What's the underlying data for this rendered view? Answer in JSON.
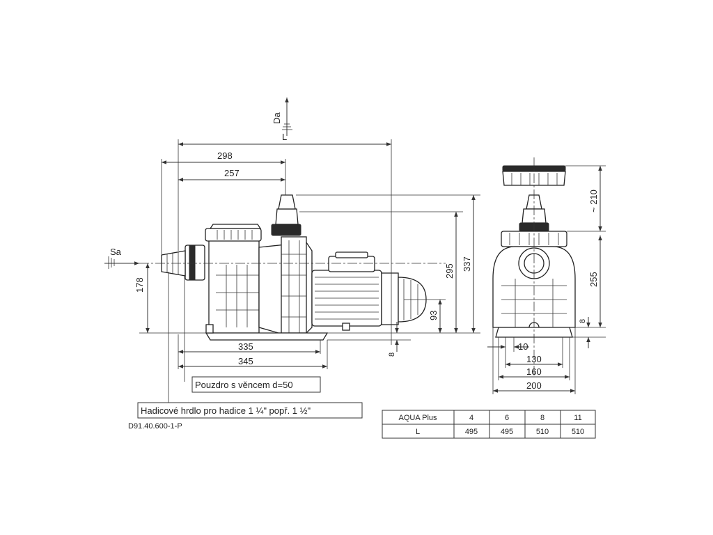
{
  "labels": {
    "suction": "Sa",
    "discharge": "Da",
    "length": "L",
    "drawing_code": "D91.40.600-1-P"
  },
  "dimensions": {
    "d298": "298",
    "d257": "257",
    "d295": "295",
    "d337": "337",
    "d178": "178",
    "d93": "93",
    "d8_side": "8",
    "d335": "335",
    "d345": "345",
    "d210": "~ 210",
    "d255": "255",
    "d8_front": "8",
    "d10": "10",
    "d130": "130",
    "d160": "160",
    "d200": "200"
  },
  "callouts": {
    "housing": "Pouzdro s věncem d=50",
    "hose": "Hadicové hrdlo pro hadice 1 ¼\" popř. 1 ½\""
  },
  "table": {
    "header": [
      "AQUA Plus",
      "4",
      "6",
      "8",
      "11"
    ],
    "rows": [
      [
        "L",
        "495",
        "495",
        "510",
        "510"
      ]
    ]
  }
}
